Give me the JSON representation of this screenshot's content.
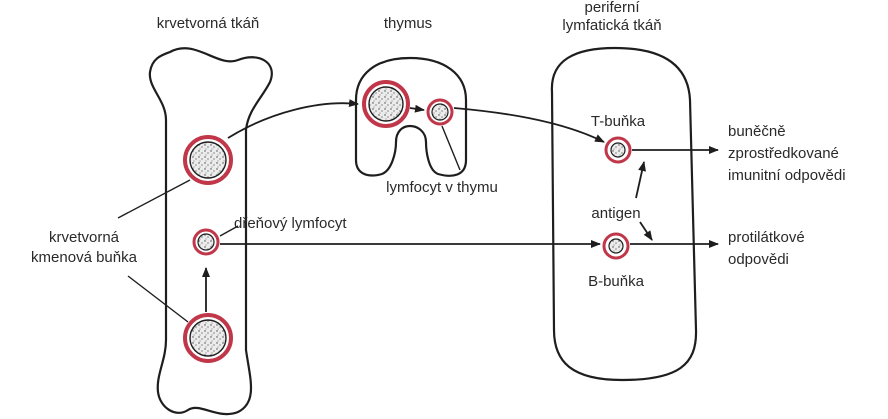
{
  "labels": {
    "hematopoietic_tissue": "krvetvorná tkáň",
    "thymus": "thymus",
    "peripheral_line1": "periferní",
    "peripheral_line2": "lymfatická tkáň",
    "t_cell": "T-buňka",
    "b_cell": "B-buňka",
    "antigen": "antigen",
    "cell_mediated_line1": "buněčně",
    "cell_mediated_line2": "zprostředkované",
    "cell_mediated_line3": "imunitní odpovědi",
    "antibody_line1": "protilátkové",
    "antibody_line2": "odpovědi",
    "thymic_lymphocyte": "lymfocyt v thymu",
    "marrow_lymphocyte": "dřeňový lymfocyt",
    "stem_cell_line1": "krvetvorná",
    "stem_cell_line2": "kmenová buňka"
  },
  "colors": {
    "outline": "#1e1e1e",
    "membrane": "#c0374a",
    "nucleus_fill": "#ececec"
  }
}
